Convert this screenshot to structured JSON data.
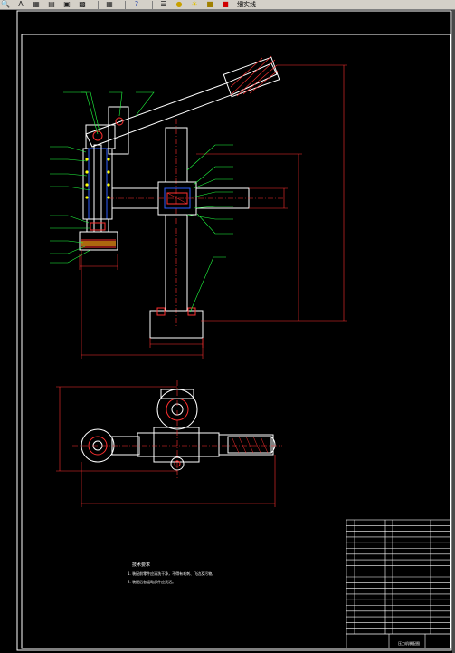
{
  "app": {
    "toolbar": {
      "icons": [
        "zoom-icon",
        "text-style-icon",
        "grid-icon",
        "layer-icon",
        "color-icon",
        "block-icon",
        "table-icon",
        "help-icon",
        "layers-icon",
        "bulb-icon",
        "sun-icon",
        "lock-icon",
        "color-square-icon"
      ],
      "layer_label": "细实线"
    }
  },
  "drawing": {
    "background": "#000000",
    "colors": {
      "frame": "#ffffff",
      "outline": "#ffffff",
      "dimension": "#ff3030",
      "leader": "#20ff40",
      "center": "#ff3030",
      "hatch": "#ff3030",
      "screw": "#ffff00",
      "blue": "#3060ff",
      "cyan": "#00ffff"
    },
    "notes": {
      "title": "技术要求",
      "lines": [
        "1. 装配前零件应清洗干净，不得有毛刺、飞边及污物。",
        "2. 装配后各运动部件应灵活。"
      ]
    },
    "title_block": {
      "name": "压力机装配图"
    }
  }
}
